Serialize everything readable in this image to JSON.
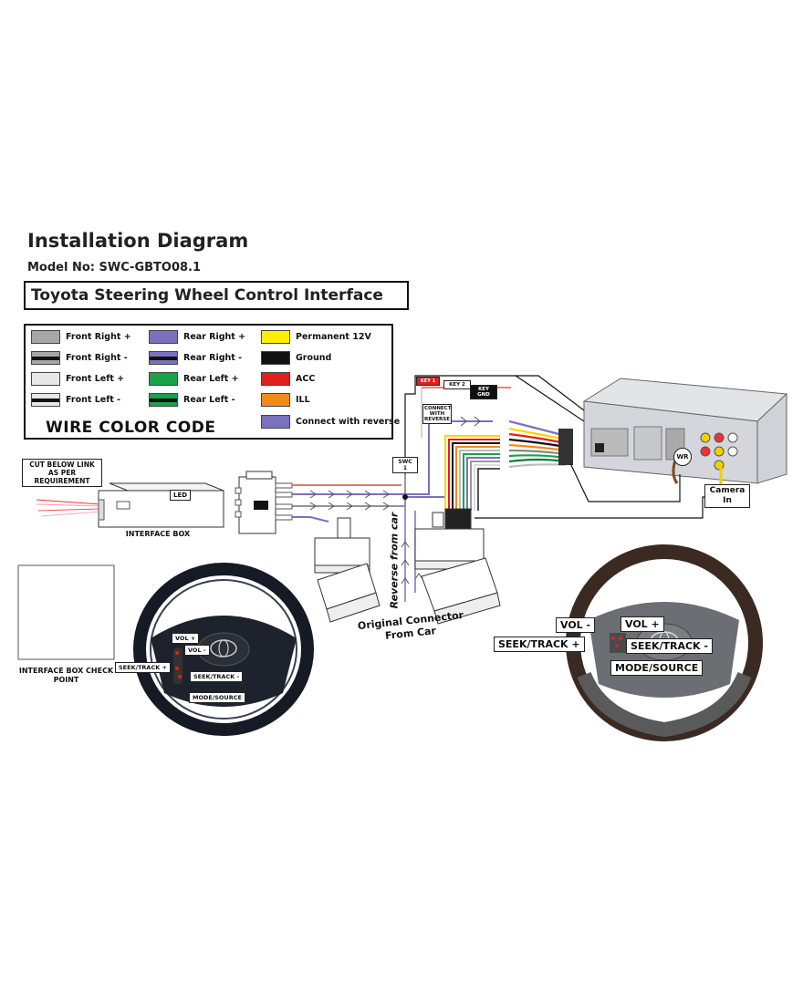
{
  "header": {
    "title": "Installation Diagram",
    "model": "Model No: SWC-GBTO08.1",
    "subtitle": "Toyota Steering Wheel Control Interface"
  },
  "legend": {
    "heading": "WIRE COLOR CODE",
    "items": [
      {
        "label": "Front Right +",
        "color": "#a6a6a6",
        "stripe": false
      },
      {
        "label": "Front Right -",
        "color": "#a6a6a6",
        "stripe": true
      },
      {
        "label": "Front Left +",
        "color": "#e8e8e8",
        "stripe": false
      },
      {
        "label": "Front Left -",
        "color": "#e8e8e8",
        "stripe": true
      },
      {
        "label": "Rear Right +",
        "color": "#7c70c0",
        "stripe": false
      },
      {
        "label": "Rear Right -",
        "color": "#7c70c0",
        "stripe": true
      },
      {
        "label": "Rear Left +",
        "color": "#16a34a",
        "stripe": false
      },
      {
        "label": "Rear Left -",
        "color": "#16a34a",
        "stripe": true
      },
      {
        "label": "Permanent 12V",
        "color": "#ffee00",
        "stripe": false
      },
      {
        "label": "Ground",
        "color": "#111111",
        "stripe": false
      },
      {
        "label": "ACC",
        "color": "#e0201b",
        "stripe": false
      },
      {
        "label": "ILL",
        "color": "#f28a1a",
        "stripe": false
      },
      {
        "label": "Connect with reverse",
        "color": "#7c70c0",
        "stripe": false
      }
    ]
  },
  "labels": {
    "cut_below": "CUT BELOW LINK AS PER REQUIREMENT",
    "interface_box": "INTERFACE BOX",
    "led": "LED",
    "check_point": "INTERFACE BOX CHECK POINT",
    "swc": "SWC 1",
    "key1": "KEY 1",
    "key2": "KEY 2",
    "key_gnd": "KEY GND",
    "connect_reverse": "CONNECT WITH REVERSE",
    "reverse_from_car": "Reverse from car",
    "original_connector": "Original Connector",
    "from_car": "From Car",
    "wr": "WR",
    "camera_in": "Camera In"
  },
  "wheel_left": {
    "vol_plus": "VOL +",
    "vol_minus": "VOL -",
    "seek_plus": "SEEK/TRACK +",
    "seek_minus": "SEEK/TRACK -",
    "mode": "MODE/SOURCE"
  },
  "wheel_right": {
    "vol_minus": "VOL -",
    "vol_plus": "VOL +",
    "seek_plus": "SEEK/TRACK +",
    "seek_minus": "SEEK/TRACK -",
    "mode": "MODE/SOURCE"
  }
}
